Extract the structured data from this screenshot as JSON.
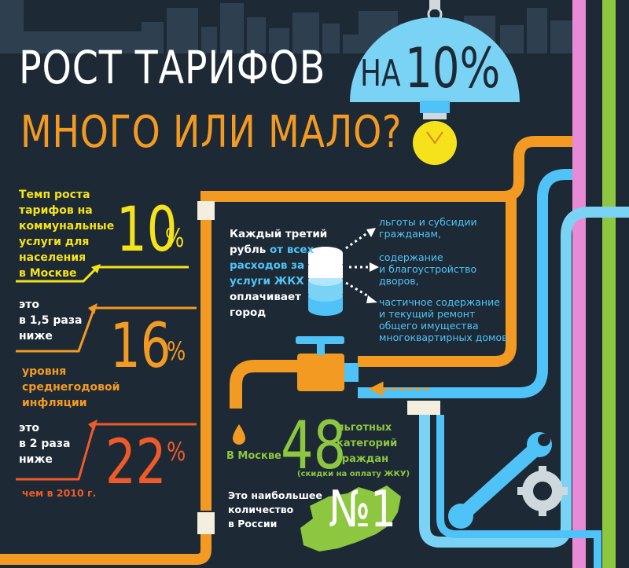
{
  "header": {
    "title_line1": "РОСТ ТАРИФОВ",
    "title_line2": "МНОГО ИЛИ МАЛО?",
    "lamp_prefix": "НА",
    "lamp_value": "10%"
  },
  "left": {
    "item1_text": [
      "Темп роста",
      "тарифов на",
      "коммунальные",
      "услуги для",
      "населения",
      "в Москве"
    ],
    "item1_value": "10",
    "item1_unit": "%",
    "item2_text": [
      "это",
      "в 1,5 раза",
      "ниже"
    ],
    "item2_value": "16",
    "item2_unit": "%",
    "item2_after": [
      "уровня",
      "среднегодовой",
      "инфляции"
    ],
    "item3_text": [
      "это",
      "в 2 раза",
      "ниже"
    ],
    "item3_value": "22",
    "item3_unit": "%",
    "item3_after": "чем в 2010 г."
  },
  "middle": {
    "every_third_lines": [
      "Каждый третий",
      "рубль"
    ],
    "highlight_lines": [
      "от всех",
      "расходов за",
      "услуги ЖКХ"
    ],
    "tail_lines": [
      "оплачивает",
      "город"
    ],
    "right_items": [
      [
        "льготы и субсидии",
        "гражданам,"
      ],
      [
        "содержание",
        "и благоустройство",
        "дворов,"
      ],
      [
        "частичное содержание",
        "и текущий ремонт",
        "общего имущества",
        "многоквартирных домов"
      ]
    ]
  },
  "bottom": {
    "in_moscow": "В Москве",
    "categories_value": "48",
    "categories_label": [
      "льготных",
      "категорий",
      "граждан"
    ],
    "discounts_note": "(скидки на оплату ЖКУ)",
    "largest_lines": [
      "Это наибольшее",
      "количество",
      "в России"
    ],
    "rank": "№1"
  },
  "colors": {
    "background": "#1d2a36",
    "city": "#2e4050",
    "yellow": "#f5e21a",
    "orange": "#f39a22",
    "red_orange": "#f05a28",
    "cyan": "#4fc3f7",
    "light_blue": "#7ad3f5",
    "pink": "#e98ad6",
    "green": "#8dc63f",
    "pipe_white": "#f3eedd"
  }
}
